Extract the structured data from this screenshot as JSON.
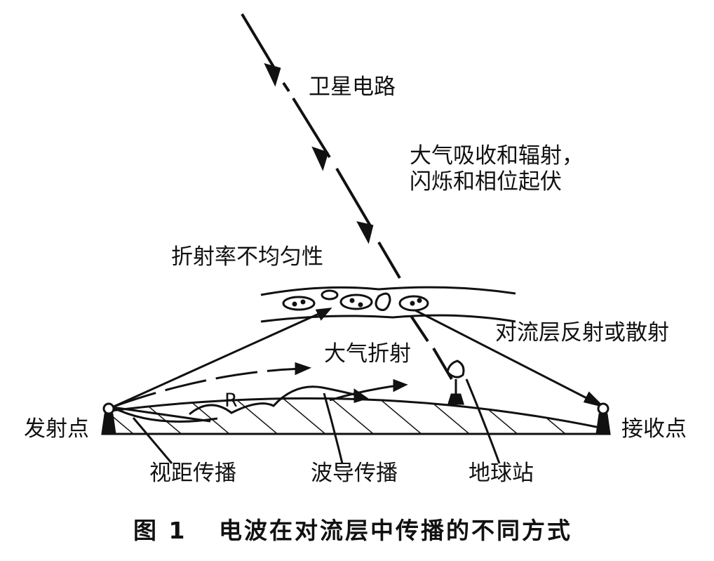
{
  "labels": {
    "satellite_circuit": "卫星电路",
    "atmos_absorption_line1": "大气吸收和辐射，",
    "atmos_absorption_line2": "闪烁和相位起伏",
    "refractive_inhomogeneity": "折射率不均匀性",
    "troposcatter": "对流层反射或散射",
    "atmospheric_refraction": "大气折射",
    "r_label": "R",
    "transmitter": "发射点",
    "receiver": "接收点",
    "line_of_sight": "视距传播",
    "duct": "波导传播",
    "earth_station": "地球站"
  },
  "caption": {
    "figure_number": "图 1",
    "title": "电波在对流层中传播的不同方式"
  },
  "colors": {
    "ink": "#111111",
    "background": "#ffffff"
  }
}
